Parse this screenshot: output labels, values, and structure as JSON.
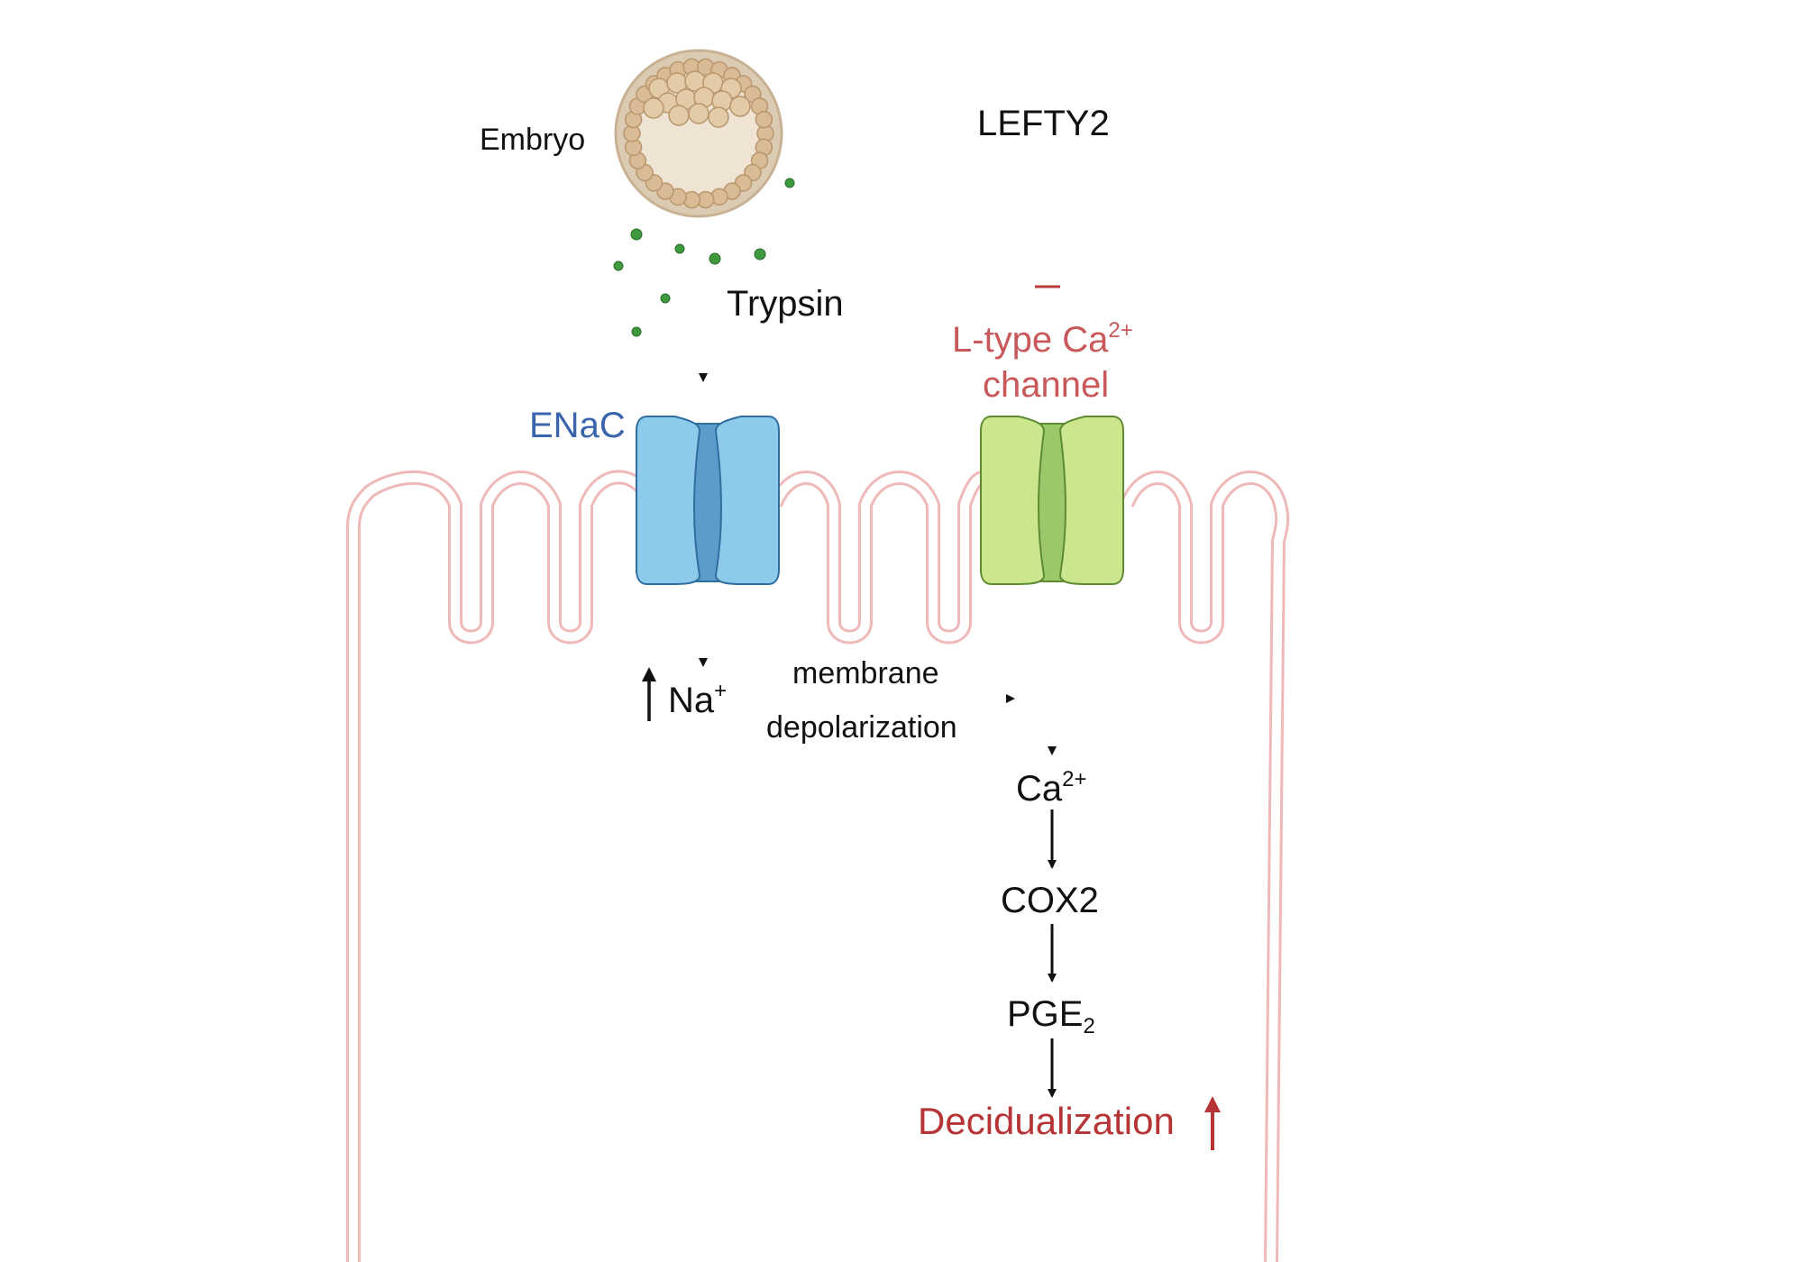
{
  "labels": {
    "embryo": "Embryo",
    "trypsin": "Trypsin",
    "lefty2": "LEFTY2",
    "enac": "ENaC",
    "ltype_line1": "L-type Ca",
    "ltype_sup": "2+",
    "ltype_line2": "channel",
    "na": "Na",
    "na_sup": "+",
    "membrane": "membrane",
    "depolarization": "depolarization",
    "ca": "Ca",
    "ca_sup": "2+",
    "cox2": "COX2",
    "pge": "PGE",
    "pge_sub": "2",
    "decidualization": "Decidualization"
  },
  "colors": {
    "text": "#111111",
    "enac_label": "#3a65ad",
    "ltype_label": "#c8585a",
    "inhibition": "#b83a3a",
    "decidualization": "#b63436",
    "enac_light": "#8ecbea",
    "enac_dark": "#5b9ccb",
    "enac_stroke": "#2f6e9e",
    "ca_light": "#cce68e",
    "ca_dark": "#9cc86a",
    "ca_stroke": "#5d8a32",
    "membrane": "#efb9b9",
    "embryo_outer": "#dccbb3",
    "embryo_cell": "#d9bb95",
    "trypsin_dot": "#3f9a3f"
  },
  "icons": [
    "embryo-icon",
    "trypsin-particle-icon",
    "enac-channel-icon",
    "l-type-calcium-channel-icon",
    "cell-membrane-icon",
    "up-arrow-icon"
  ]
}
